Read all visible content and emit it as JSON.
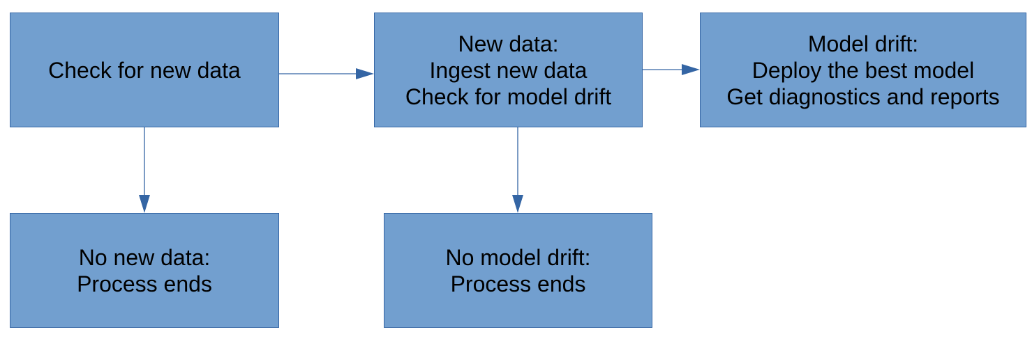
{
  "colors": {
    "node_fill": "#729fcf",
    "node_border": "#3465a4",
    "edge": "#3465a4",
    "text": "#000000"
  },
  "nodes": {
    "check_new_data": {
      "lines": [
        "Check for new data"
      ]
    },
    "new_data": {
      "lines": [
        "New data:",
        "Ingest new data",
        "Check for model drift"
      ]
    },
    "model_drift": {
      "lines": [
        "Model drift:",
        "Deploy the best model",
        "Get diagnostics and reports"
      ]
    },
    "no_new_data": {
      "lines": [
        "No new data:",
        "Process ends"
      ]
    },
    "no_model_drift": {
      "lines": [
        "No model drift:",
        "Process ends"
      ]
    }
  },
  "edges": [
    {
      "from": "check_new_data",
      "to": "new_data"
    },
    {
      "from": "new_data",
      "to": "model_drift"
    },
    {
      "from": "check_new_data",
      "to": "no_new_data"
    },
    {
      "from": "new_data",
      "to": "no_model_drift"
    }
  ]
}
